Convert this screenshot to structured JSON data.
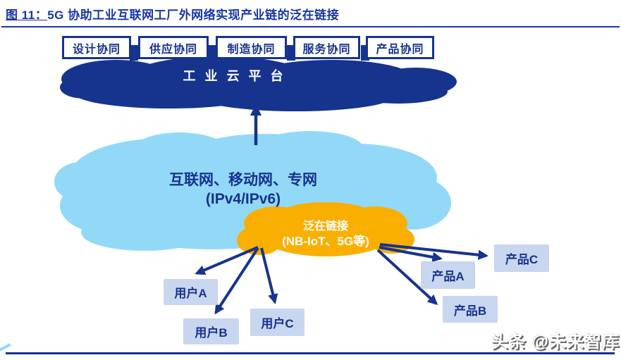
{
  "figure": {
    "title_prefix": "图 11：",
    "title_rest": "5G 协助工业互联网工厂外网络实现产业链的泛在链接",
    "watermark": "头条 @未来智库"
  },
  "colors": {
    "navy": "#16338E",
    "title_blue": "#1836A6",
    "sky_blue": "#92D9F8",
    "orange": "#F9AF00",
    "node_fill": "#C9D6F0",
    "watermark_shadow": "#666666"
  },
  "diagram": {
    "platform_cloud": {
      "label": "工 业 云 平 台"
    },
    "collab_boxes": [
      {
        "label": "设计协同"
      },
      {
        "label": "供应协同"
      },
      {
        "label": "制造协同"
      },
      {
        "label": "服务协同"
      },
      {
        "label": "产品协同"
      }
    ],
    "network_cloud": {
      "line1": "互联网、移动网、专网",
      "line2": "(IPv4/IPv6)"
    },
    "link_cloud": {
      "line1": "泛在链接",
      "line2": "(NB-IoT、5G等)"
    },
    "user_nodes": [
      {
        "label": "用户A"
      },
      {
        "label": "用户B"
      },
      {
        "label": "用户C"
      }
    ],
    "product_nodes": [
      {
        "label": "产品A"
      },
      {
        "label": "产品B"
      },
      {
        "label": "产品C"
      }
    ]
  }
}
